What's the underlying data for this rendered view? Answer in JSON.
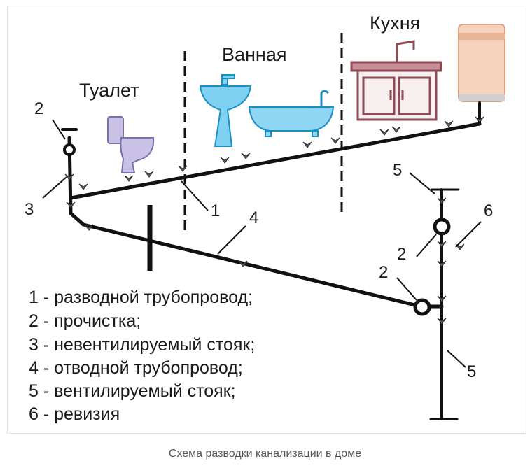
{
  "rooms": {
    "toilet": "Туалет",
    "bathroom": "Ванная",
    "kitchen": "Кухня"
  },
  "callouts": {
    "c1": "1",
    "c2_top": "2",
    "c2_mid": "2",
    "c2_low": "2",
    "c3": "3",
    "c4": "4",
    "c5_top": "5",
    "c5_bottom": "5",
    "c6": "6"
  },
  "legend": [
    "1 - разводной трубопровод;",
    "2 - прочистка;",
    "3 - невентилируемый стояк;",
    "4 - отводной трубопровод;",
    "5 - вентилируемый стояк;",
    "6 - ревизия"
  ],
  "caption": "Схема разводки канализации в доме",
  "colors": {
    "pipe": "#111111",
    "fitting": "#3c4a3c",
    "toilet": "#a39ac9",
    "sink_bath": "#2aa7dd",
    "cabinet": "#8f4a55",
    "heater": "#f0c8ae"
  }
}
